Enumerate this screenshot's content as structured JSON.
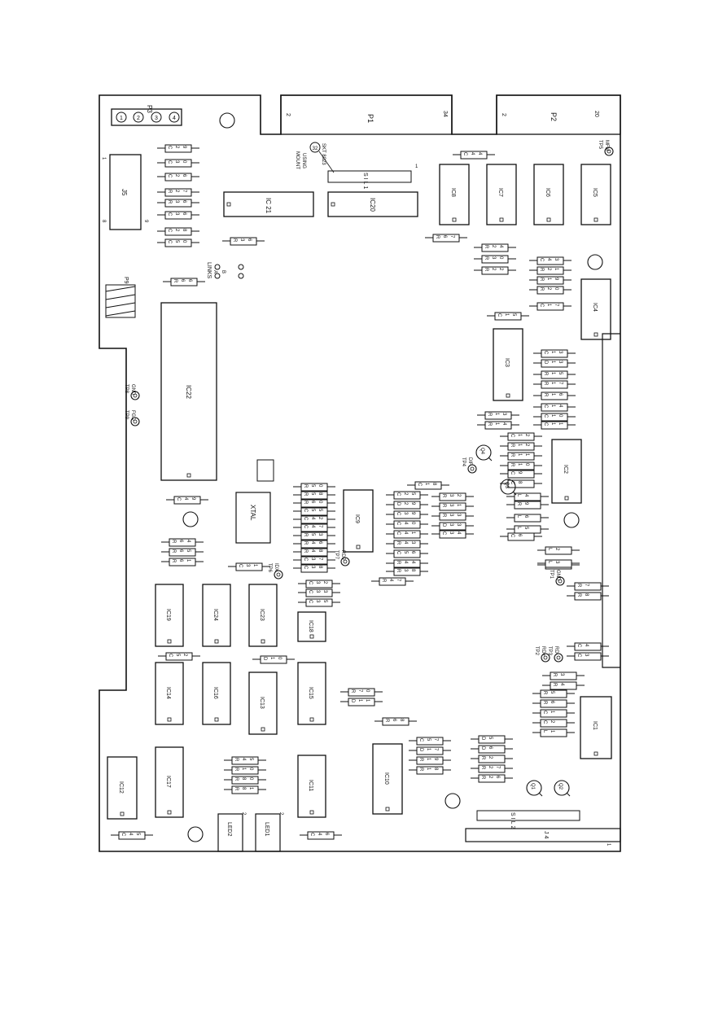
{
  "connectors": {
    "p1": {
      "label": "P1",
      "pin_start": "2",
      "pin_end": "34"
    },
    "p2": {
      "label": "P2",
      "pin_start": "2",
      "pin_end": "20"
    },
    "p3": {
      "label": "P3",
      "pins": [
        "1",
        "2",
        "3",
        "4"
      ]
    },
    "p9": {
      "label": "P9"
    },
    "j5": {
      "label": "J5",
      "pin_1": "1",
      "pin_8": "8",
      "pin_9": "9"
    },
    "j4": {
      "label": "J4",
      "pin": "1"
    }
  },
  "mount_note": {
    "line1": "MOUNT",
    "line2": "USING",
    "line3": "SKT 8023",
    "ref": "32"
  },
  "links": {
    "title": "LINKS",
    "a": "A",
    "b": "B"
  },
  "ics": {
    "ic1": "IC1",
    "ic2": "IC2",
    "ic3": "IC3",
    "ic4": "IC4",
    "ic5": "IC5",
    "ic6": "IC6",
    "ic7": "IC7",
    "ic8": "IC8",
    "ic9": "IC9",
    "ic10": "IC10",
    "ic11": "IC11",
    "ic12": "IC12",
    "ic13": "IC13",
    "ic14": "IC14",
    "ic15": "IC15",
    "ic16": "IC16",
    "ic17": "IC17",
    "ic18": "IC18",
    "ic19": "IC19",
    "ic20": "IC20",
    "ic21": "IC 21",
    "ic22": "IC22",
    "ic23": "IC23",
    "ic24": "IC24"
  },
  "sil": {
    "sil1": "SIL1",
    "sil2": "SIL2"
  },
  "xtal": "XTAL",
  "leds": {
    "led1": "LED1",
    "led2": "LED2",
    "pin": "2"
  },
  "test_points": {
    "tp1": {
      "name": "TP1",
      "label": "GND"
    },
    "tp2": {
      "name": "TP2",
      "label": "RD+"
    },
    "tp3": {
      "name": "TP3",
      "label": "RD-"
    },
    "tp4": {
      "name": "TP4",
      "label": "DIF"
    },
    "tp5": {
      "name": "TP5",
      "label": "MFM"
    },
    "tp6": {
      "name": "TP6",
      "label": "IDX"
    },
    "tp7": {
      "name": "TP7",
      "label": "RDP"
    },
    "tp8": {
      "name": "TP8",
      "label": "GND"
    },
    "tp9": {
      "name": "TP9",
      "label": "FGD"
    }
  },
  "transistors": [
    "Q1",
    "Q2",
    "Q3",
    "Q4"
  ],
  "components": {
    "c29": "C29",
    "c30": "C30",
    "c26": "C26",
    "r27": "R27",
    "c36": "C36",
    "c28": "C28",
    "c50": "C50",
    "r36": "R36",
    "r66": "R66",
    "c49": "C49",
    "c44": "C44",
    "r67": "R67",
    "r24": "R24",
    "r30": "R30",
    "r22": "R22",
    "c43": "C43",
    "r21": "R21",
    "r19": "R19",
    "r20": "R20",
    "c17": "C17",
    "c15": "C15",
    "c13": "C13",
    "d13": "D13",
    "r15": "R15",
    "r17": "R17",
    "r16": "R16",
    "c14": "C14",
    "c10": "C10",
    "c11": "C11",
    "r13": "R13",
    "r14": "R14",
    "c12": "C12",
    "r12": "R12",
    "r11": "R11",
    "r10": "R10",
    "c9": "C9",
    "c8": "C8",
    "l4": "L4",
    "r9": "R9",
    "l6": "L6",
    "l5": "L5",
    "c6": "C6",
    "c18": "C18",
    "c25": "C25",
    "d29": "D29",
    "r32": "R32",
    "r31": "R31",
    "r33": "R33",
    "d33": "D33",
    "c34": "C34",
    "r50": "R50",
    "r58": "R58",
    "r60": "R60",
    "c55": "C55",
    "c42": "C42",
    "c47": "C47",
    "r53": "R53",
    "r46": "R46",
    "r48": "R48",
    "c37": "C37",
    "c38": "C38",
    "c39": "C39",
    "c40": "C40",
    "c41": "C41",
    "r43": "R43",
    "c56": "C56",
    "r44": "R44",
    "r38": "R38",
    "r47": "R47",
    "r64": "R64",
    "r65": "R65",
    "r61": "R61",
    "c31": "C31",
    "c32": "C32",
    "c33": "C33",
    "c35": "C35",
    "r34": "R34",
    "d34": "D34",
    "c52": "C52",
    "d10": "D10",
    "r7": "R7",
    "r8": "R8",
    "c4": "C4",
    "c3": "C3",
    "c5": "C5",
    "l2": "L2",
    "l3": "L3",
    "r3": "R3",
    "r4": "R4",
    "r5": "R5",
    "r6": "R6",
    "c1": "C1",
    "c2": "C2",
    "l1": "L1",
    "r70": "R70",
    "d11": "D11",
    "r68": "R68",
    "c57": "C57",
    "d17": "D17",
    "r19b": "R19",
    "r18": "R18",
    "d5": "D5",
    "d6": "D6",
    "r2": "R2",
    "r27b": "R27",
    "r26": "R26",
    "c45": "C45",
    "c46": "C46",
    "c44b": "C44",
    "r45": "R45",
    "r10b": "R10",
    "r80": "R80",
    "r81": "R81"
  }
}
